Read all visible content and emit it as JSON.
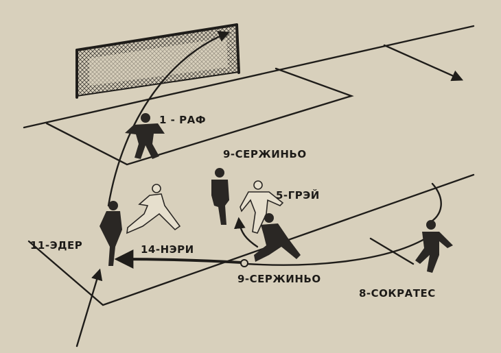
{
  "diagram": {
    "labels": {
      "goalkeeper": "1 - РАФ",
      "serginho_top": "9-СЕРЖИНЬО",
      "grey": "5-ГРЭЙ",
      "eder": "11-ЭДЕР",
      "neri": "14-НЭРИ",
      "serginho_bottom": "9-СЕРЖИНЬО",
      "socrates": "8-СОКРАТЕС"
    },
    "colors": {
      "paper": "#d8d0bc",
      "ink": "#1f1d1a"
    }
  }
}
